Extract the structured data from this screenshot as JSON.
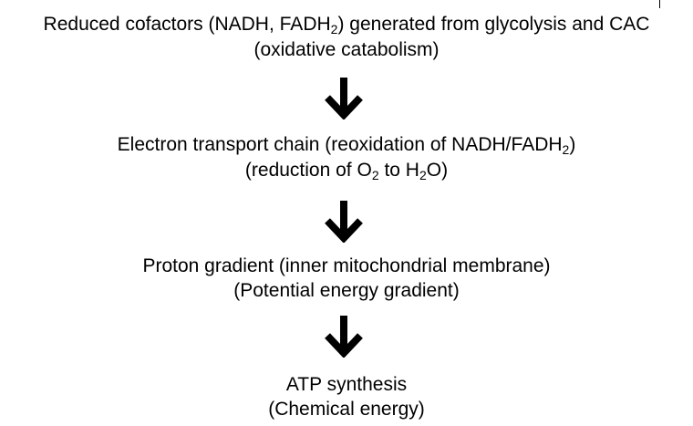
{
  "steps": [
    {
      "line1": {
        "pre": "Reduced cofactors (NADH, FADH",
        "sub": "2",
        "post": ") generated from glycolysis and CAC"
      },
      "line2": {
        "text": "(oxidative catabolism)"
      }
    },
    {
      "line1": {
        "pre": "Electron transport chain (reoxidation of NADH/FADH",
        "sub": "2",
        "post": ")"
      },
      "line2": {
        "pre": "(reduction of O",
        "sub1": "2",
        "mid": " to H",
        "sub2": "2",
        "post": "O)"
      }
    },
    {
      "line1": {
        "text": "Proton gradient (inner mitochondrial membrane)"
      },
      "line2": {
        "text": "(Potential energy gradient)"
      }
    },
    {
      "line1": {
        "text": "ATP synthesis"
      },
      "line2": {
        "text": "(Chemical energy)"
      }
    }
  ],
  "arrows": [
    {
      "icon": "down-arrow-icon",
      "color": "#000000"
    },
    {
      "icon": "down-arrow-icon",
      "color": "#000000"
    },
    {
      "icon": "down-arrow-icon",
      "color": "#000000"
    }
  ]
}
